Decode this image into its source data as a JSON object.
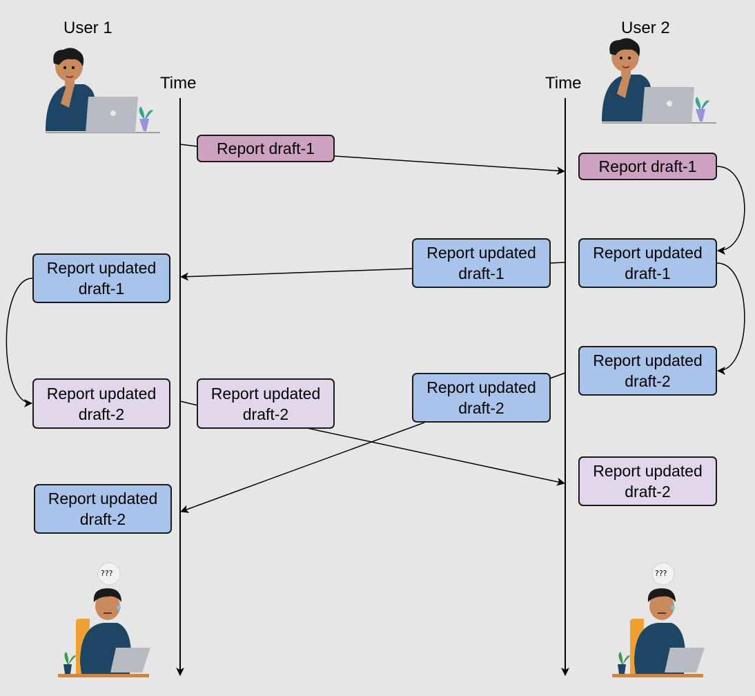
{
  "users": {
    "user1": "User 1",
    "user2": "User 2"
  },
  "axis": {
    "left_time": "Time",
    "right_time": "Time"
  },
  "boxes": {
    "msg1": {
      "line1": "Report draft-1"
    },
    "u2_draft1": {
      "line1": "Report draft-1"
    },
    "u2_updated1": {
      "line1": "Report updated",
      "line2": "draft-1"
    },
    "msg2": {
      "line1": "Report updated",
      "line2": "draft-1"
    },
    "u1_updated1": {
      "line1": "Report updated",
      "line2": "draft-1"
    },
    "u1_updated2": {
      "line1": "Report updated",
      "line2": "draft-2"
    },
    "msg3": {
      "line1": "Report updated",
      "line2": "draft-2"
    },
    "u2_updated2": {
      "line1": "Report updated",
      "line2": "draft-2"
    },
    "msg4": {
      "line1": "Report updated",
      "line2": "draft-2"
    },
    "u2_final": {
      "line1": "Report updated",
      "line2": "draft-2"
    },
    "u1_final": {
      "line1": "Report updated",
      "line2": "draft-2"
    }
  },
  "confused_bubble": "???",
  "colors": {
    "background": "#e6e6e6",
    "draft_pink": "#cda2c1",
    "updated_blue": "#a8c4ea",
    "updated_lavender": "#e2d6ea",
    "shirt": "#1f4564",
    "skin": "#c98a5e",
    "laptop": "#b7bcc2",
    "chair": "#f0a030"
  },
  "icons": {
    "user1_top": "thinking-person-laptop-icon",
    "user2_top": "thinking-person-laptop-icon",
    "user1_bottom": "confused-person-laptop-icon",
    "user2_bottom": "confused-person-laptop-icon"
  }
}
